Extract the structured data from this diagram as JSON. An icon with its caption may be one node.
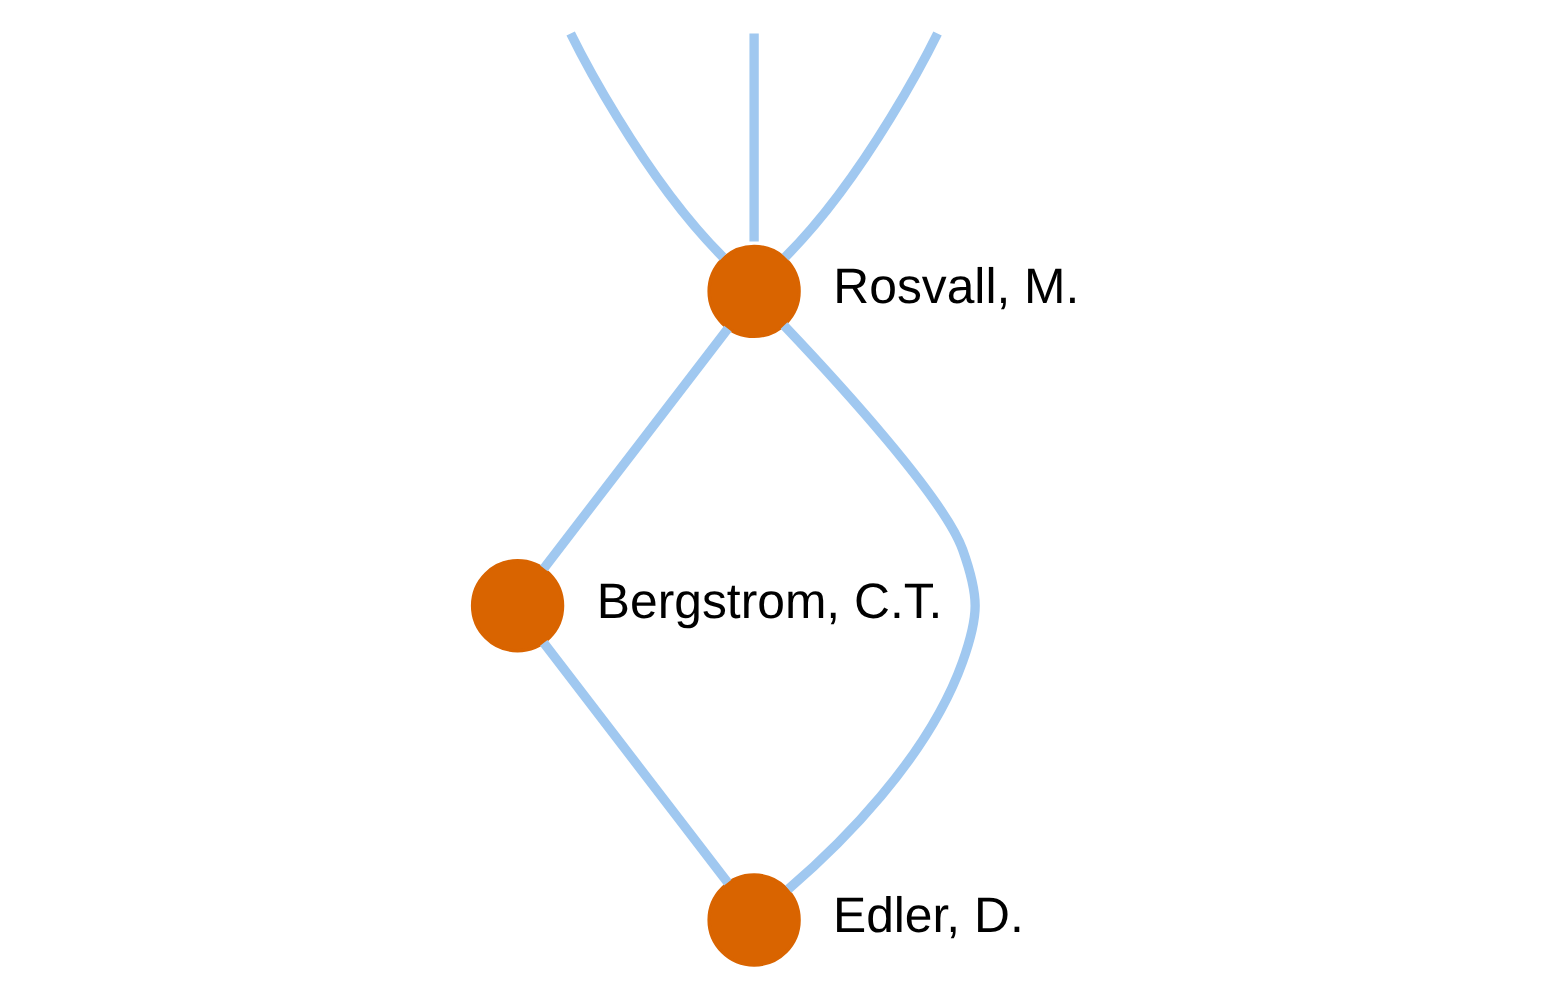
{
  "diagram": {
    "nodes": [
      {
        "text": [],
        "shape": "circle",
        "beside": [
          "Bergstrom, C.T."
        ]
      },
      {
        "text": [],
        "shape": "circle",
        "beside": [
          "Rosvall, M."
        ]
      },
      {
        "text": [],
        "shape": "circle",
        "beside": [
          "Edler, D."
        ]
      }
    ],
    "edges": [
      {
        "from": null,
        "to": 1,
        "arrow": "none"
      },
      {
        "from": null,
        "to": 1,
        "arrow": "none"
      },
      {
        "from": null,
        "to": 1,
        "arrow": "none"
      },
      {
        "from": 1,
        "to": 0,
        "arrow": "none"
      },
      {
        "from": 1,
        "to": 2,
        "arrow": "none"
      },
      {
        "from": 0,
        "to": 2,
        "arrow": "none"
      }
    ]
  }
}
